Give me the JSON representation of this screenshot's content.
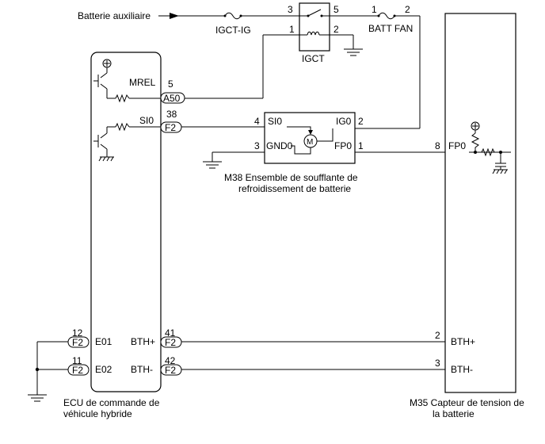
{
  "source": {
    "label": "Batterie auxiliaire"
  },
  "fuses": {
    "igct_ig": "IGCT-IG",
    "batt_fan": "BATT FAN"
  },
  "relay": {
    "name": "IGCT",
    "pins": {
      "p3": "3",
      "p5": "5",
      "p1": "1",
      "p2": "2"
    }
  },
  "fuse_pins": {
    "left": "1",
    "right": "2"
  },
  "ecu": {
    "caption_line1": "ECU de commande de",
    "caption_line2": "véhicule hybride",
    "terminals": {
      "mrel": "MREL",
      "si0": "SI0",
      "e01": "E01",
      "e02": "E02",
      "bth_plus": "BTH+",
      "bth_minus": "BTH-"
    },
    "connectors": {
      "a50": "A50",
      "f2": "F2"
    },
    "pins": {
      "mrel": "5",
      "si0": "38",
      "e01": "12",
      "e02": "11",
      "bth_plus": "41",
      "bth_minus": "42"
    }
  },
  "blower": {
    "caption_line1": "M38 Ensemble de soufflante de",
    "caption_line2": "refroidissement de batterie",
    "terminals": {
      "si0": "SI0",
      "ig0": "IG0",
      "gnd0": "GND0",
      "fp0": "FP0"
    },
    "pins": {
      "si0": "4",
      "ig0": "2",
      "gnd0": "3",
      "fp0": "1"
    },
    "motor_symbol": "M"
  },
  "sensor": {
    "caption_line1": "M35 Capteur de tension de",
    "caption_line2": "la batterie",
    "terminals": {
      "fp0": "FP0",
      "bth_plus": "BTH+",
      "bth_minus": "BTH-"
    },
    "pins": {
      "fp0": "8",
      "bth_plus": "2",
      "bth_minus": "3"
    }
  }
}
